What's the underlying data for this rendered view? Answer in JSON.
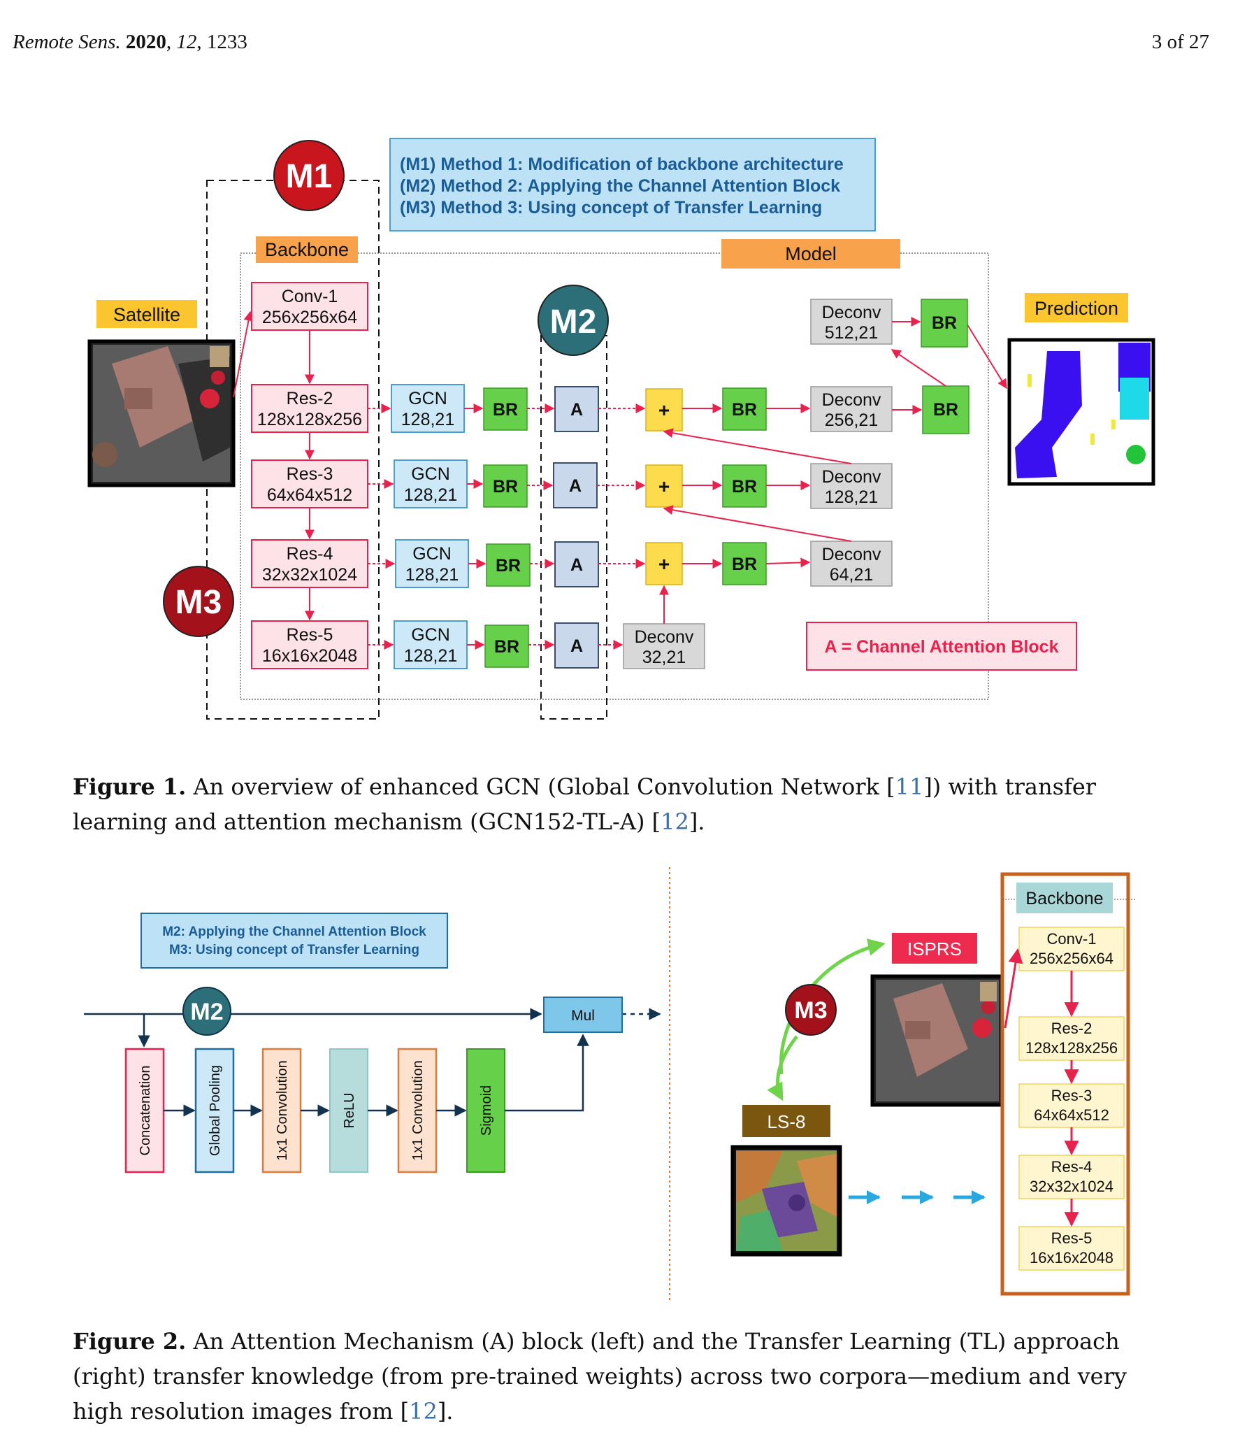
{
  "header": {
    "journal": "Remote Sens.",
    "year": "2020",
    "volume": "12",
    "article": "1233",
    "page": "3 of 27"
  },
  "figure1": {
    "m1": "M1",
    "m2": "M2",
    "m3": "M3",
    "legend": [
      "(M1) Method 1: Modification of backbone architecture",
      "(M2) Method 2: Applying the Channel Attention Block",
      "(M3) Method 3: Using concept of Transfer Learning"
    ],
    "backbone_label": "Backbone",
    "model_label": "Model",
    "satellite_label": "Satellite",
    "prediction_label": "Prediction",
    "backbone_blocks": [
      {
        "line1": "Conv-1",
        "line2": "256x256x64"
      },
      {
        "line1": "Res-2",
        "line2": "128x128x256"
      },
      {
        "line1": "Res-3",
        "line2": "64x64x512"
      },
      {
        "line1": "Res-4",
        "line2": "32x32x1024"
      },
      {
        "line1": "Res-5",
        "line2": "16x16x2048"
      }
    ],
    "gcn": {
      "line1": "GCN",
      "line2": "128,21"
    },
    "br": "BR",
    "attention": "A",
    "plus": "+",
    "deconv_blocks": [
      {
        "line1": "Deconv",
        "line2": "512,21"
      },
      {
        "line1": "Deconv",
        "line2": "256,21"
      },
      {
        "line1": "Deconv",
        "line2": "128,21"
      },
      {
        "line1": "Deconv",
        "line2": "64,21"
      },
      {
        "line1": "Deconv",
        "line2": "32,21"
      }
    ],
    "channel_attention_note": "A = Channel Attention Block",
    "caption": {
      "label": "Figure 1.",
      "text_a": "An overview of enhanced GCN (Global Convolution Network [",
      "ref1": "11",
      "text_b": "]) with transfer learning and attention mechanism (GCN152-TL-A) [",
      "ref2": "12",
      "text_c": "]."
    }
  },
  "figure2": {
    "legend": [
      "M2: Applying the Channel Attention Block",
      "M3: Using concept of Transfer Learning"
    ],
    "m2": "M2",
    "m3": "M3",
    "mul": "Mul",
    "steps": [
      "Concatenation",
      "Global Pooling",
      "1x1 Convolution",
      "ReLU",
      "1x1 Convolution",
      "Sigmoid"
    ],
    "isprs_label": "ISPRS",
    "ls8_label": "LS-8",
    "backbone_label": "Backbone",
    "backbone_blocks": [
      {
        "line1": "Conv-1",
        "line2": "256x256x64"
      },
      {
        "line1": "Res-2",
        "line2": "128x128x256"
      },
      {
        "line1": "Res-3",
        "line2": "64x64x512"
      },
      {
        "line1": "Res-4",
        "line2": "32x32x1024"
      },
      {
        "line1": "Res-5",
        "line2": "16x16x2048"
      }
    ],
    "caption": {
      "label": "Figure 2.",
      "text_a": "An Attention Mechanism (A) block (left) and the Transfer Learning (TL) approach (right) transfer knowledge (from pre-trained weights) across two corpora—medium and very high resolution images from [",
      "ref": "12",
      "text_b": "]."
    }
  }
}
